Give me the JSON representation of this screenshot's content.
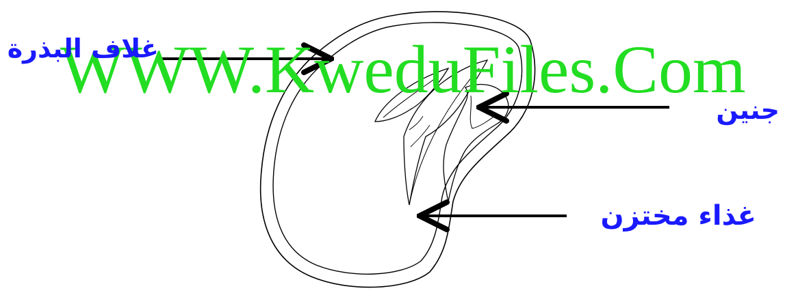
{
  "labels": {
    "seed_coat": "غلاف البذرة",
    "embryo": "جنين",
    "stored_food": "غذاء مختزن"
  },
  "watermark": {
    "text": "WWW.KweduFiles.Com"
  },
  "colors": {
    "label_text": "#1a1aff",
    "watermark_text": "#22dd22",
    "line": "#000000"
  }
}
